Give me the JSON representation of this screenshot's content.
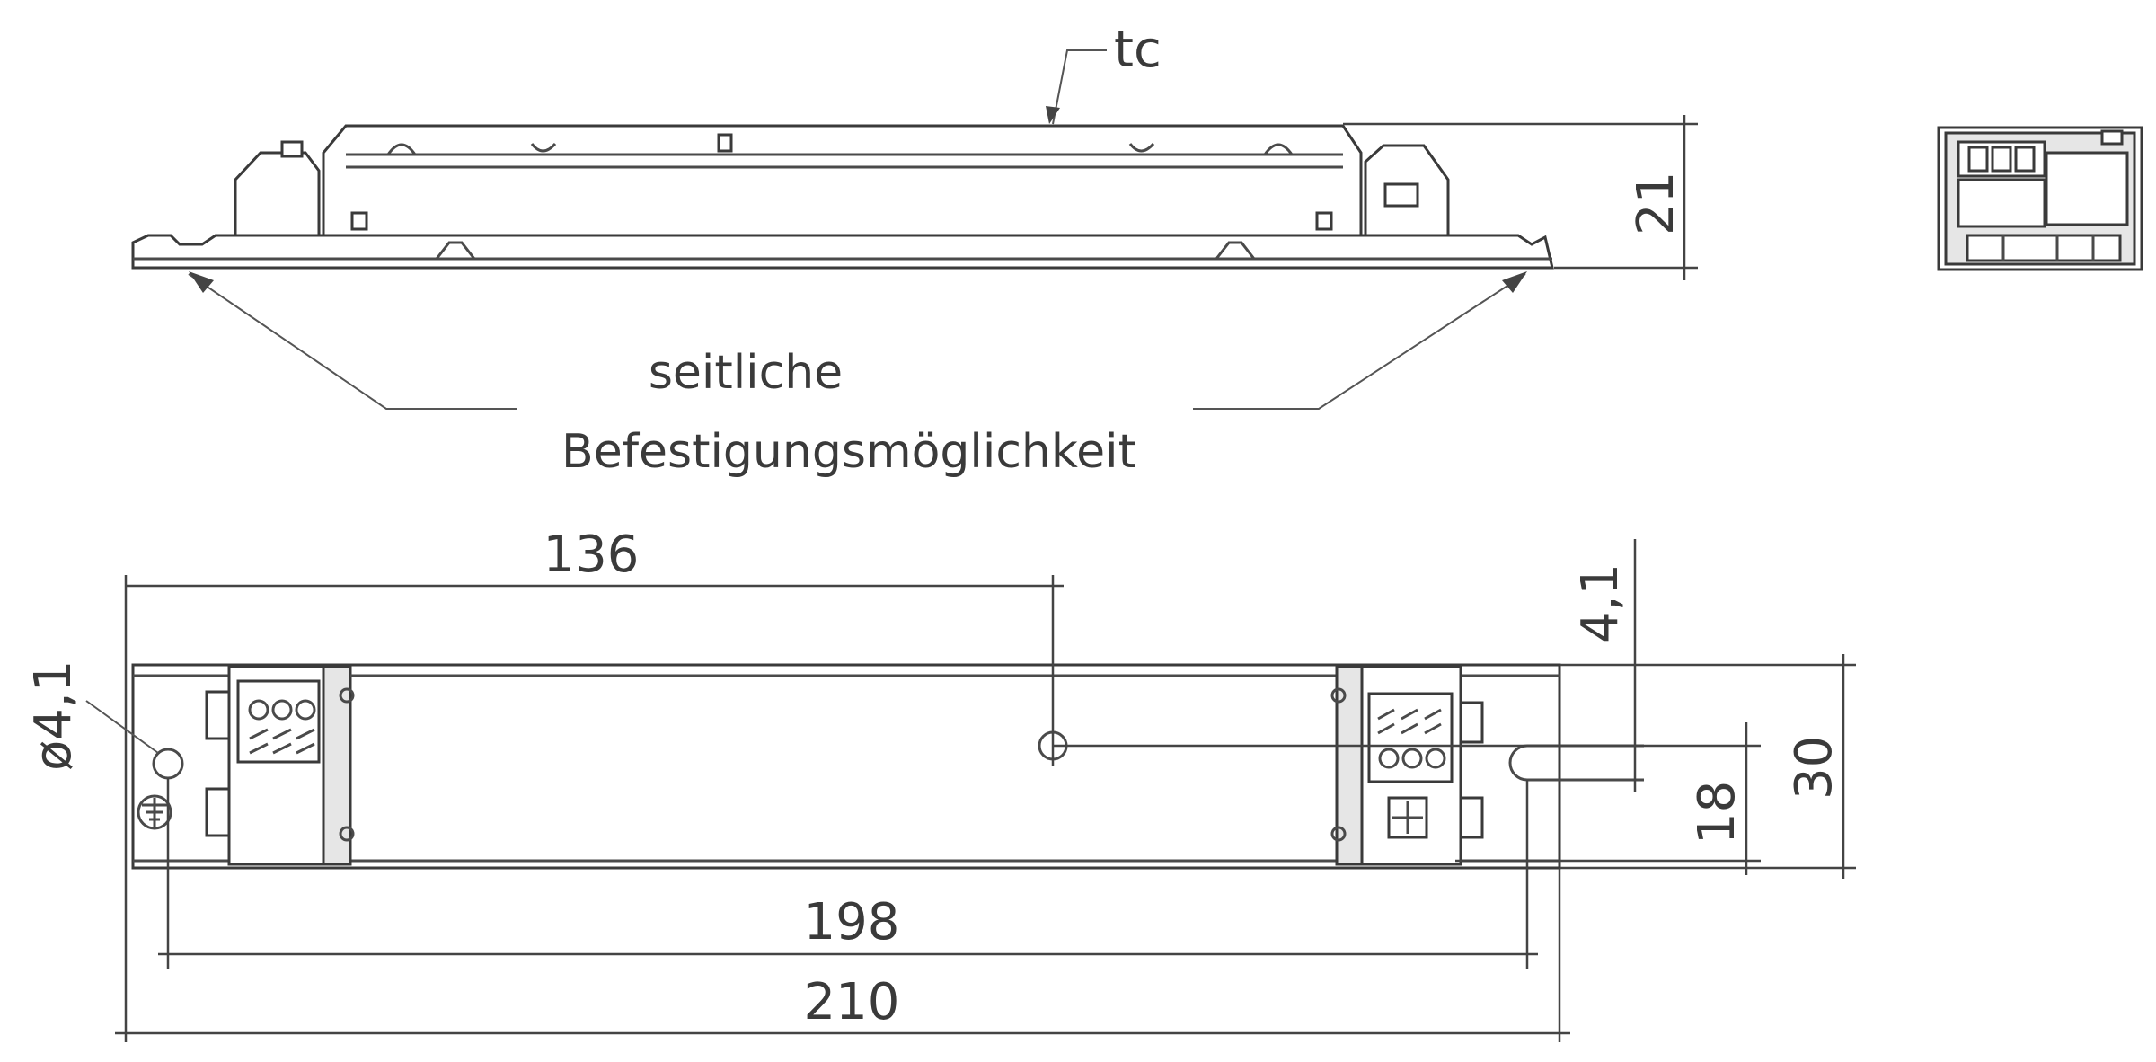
{
  "labels": {
    "tc": "tc",
    "mount_line1": "seitliche",
    "mount_line2": "Befestigungsmöglichkeit"
  },
  "dimensions": {
    "height": "21",
    "pos_center_hole": "136",
    "hole_offset": "4,1",
    "hole_diameter": "ø4,1",
    "slot_height": "18",
    "width": "30",
    "hole_spacing": "198",
    "length": "210"
  },
  "colors": {
    "line": "#3a3a3a",
    "fill": "#e6e6e6",
    "background": "#ffffff"
  },
  "icons": [
    "screw-terminal-icon",
    "ground-symbol-icon"
  ]
}
